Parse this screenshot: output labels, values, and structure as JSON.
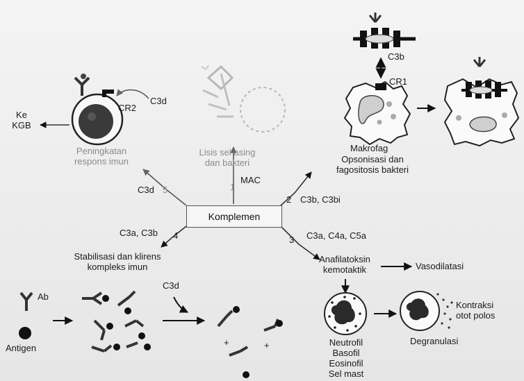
{
  "center": {
    "label": "Komplemen"
  },
  "pathways": {
    "p1": {
      "num": "1",
      "mediator": "MAC",
      "effect_line1": "Lisis sel asing",
      "effect_line2": "dan bakteri"
    },
    "p2": {
      "num": "2",
      "mediator": "C3b, C3bi",
      "effect_line1": "Opsonisasi dan",
      "effect_line2": "fagositosis bakteri"
    },
    "p3": {
      "num": "3",
      "mediator": "C3a, C4a, C5a",
      "effect_line1": "Anafilatoksin",
      "effect_line2": "kemotaktik"
    },
    "p4": {
      "num": "4",
      "mediator": "C3a, C3b",
      "effect_line1": "Stabilisasi dan klirens",
      "effect_line2": "kompleks imun"
    },
    "p5": {
      "num": "5",
      "mediator": "C3d",
      "effect_line1": "Peningkatan",
      "effect_line2": "respons imun"
    }
  },
  "top_left": {
    "cr2": "CR2",
    "c3d": "C3d",
    "ke": "Ke",
    "kgb": "KGB"
  },
  "top_right": {
    "c3b": "C3b",
    "cr1": "CR1",
    "makrofag": "Makrofag"
  },
  "bottom_left": {
    "ab": "Ab",
    "antigen": "Antigen",
    "c3d": "C3d",
    "plus1": "+",
    "plus2": "+"
  },
  "bottom_right": {
    "vasodilatasi": "Vasodilatasi",
    "kontraksi_line1": "Kontraksi",
    "kontraksi_line2": "otot polos",
    "degranulasi": "Degranulasi",
    "cells": [
      "Neutrofil",
      "Basofil",
      "Eosinofil",
      "Sel mast"
    ]
  }
}
